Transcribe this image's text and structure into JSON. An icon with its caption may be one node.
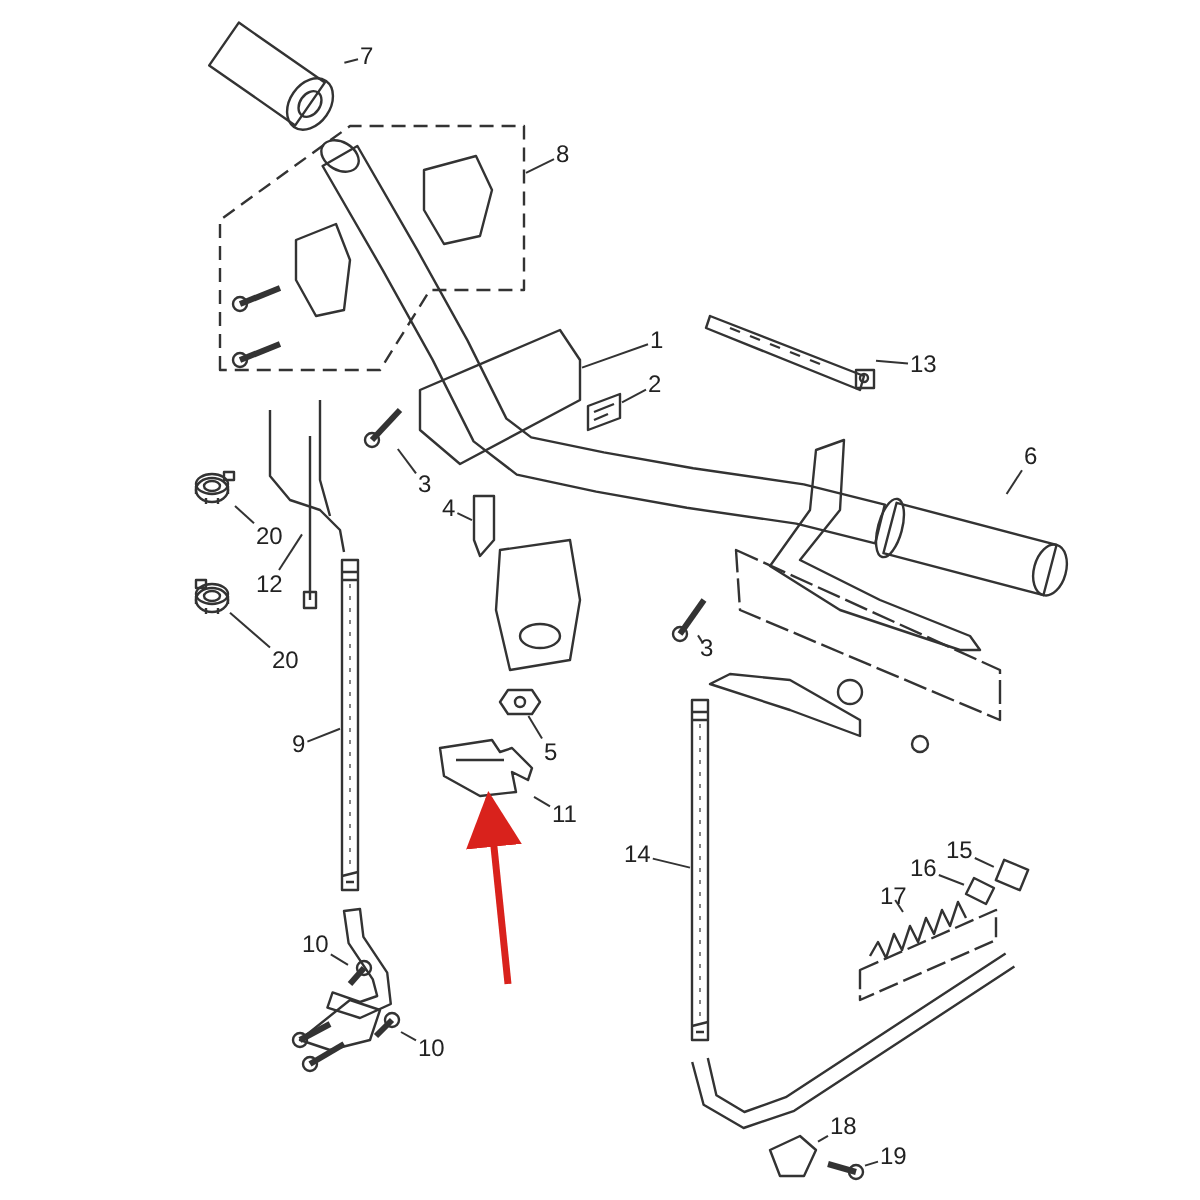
{
  "diagram": {
    "nodes": [
      {
        "text": [
          "7"
        ]
      },
      {
        "text": [
          "8"
        ]
      },
      {
        "text": [
          "1"
        ]
      },
      {
        "text": [
          "13"
        ]
      },
      {
        "text": [
          "2"
        ]
      },
      {
        "text": [
          "3"
        ]
      },
      {
        "text": [
          "6"
        ]
      },
      {
        "text": [
          "4"
        ]
      },
      {
        "text": [
          "20"
        ]
      },
      {
        "text": [
          "12"
        ]
      },
      {
        "text": [
          "3"
        ]
      },
      {
        "text": [
          "20"
        ]
      },
      {
        "text": [
          "5"
        ]
      },
      {
        "text": [
          "9"
        ]
      },
      {
        "text": [
          "11"
        ]
      },
      {
        "text": [],
        "shape": "picture"
      },
      {
        "text": [
          "15"
        ]
      },
      {
        "text": [
          "14"
        ]
      },
      {
        "text": [
          "16"
        ]
      },
      {
        "text": [
          "17"
        ]
      },
      {
        "text": [
          "10"
        ]
      },
      {
        "text": [
          "10"
        ]
      },
      {
        "text": [
          "18"
        ]
      },
      {
        "text": [
          "19"
        ]
      },
      {
        "text": [],
        "shape": "picture"
      },
      {
        "text": [],
        "shape": "picture"
      },
      {
        "text": [],
        "shape": "picture"
      },
      {
        "text": [],
        "shape": "picture"
      },
      {
        "text": [],
        "shape": "picture"
      },
      {
        "text": [],
        "shape": "picture"
      },
      {
        "text": [],
        "shape": "picture"
      },
      {
        "text": [],
        "shape": "picture"
      },
      {
        "text": [],
        "shape": "picture"
      },
      {
        "text": [],
        "shape": "picture"
      },
      {
        "text": [],
        "shape": "picture"
      },
      {
        "text": [],
        "shape": "picture"
      },
      {
        "text": [],
        "shape": "picture"
      },
      {
        "text": [],
        "shape": "picture"
      },
      {
        "text": [],
        "shape": "picture"
      },
      {
        "text": [],
        "shape": "picture"
      },
      {
        "text": [],
        "shape": "picture"
      },
      {
        "text": [],
        "shape": "picture"
      },
      {
        "text": [],
        "shape": "picture"
      },
      {
        "text": [],
        "shape": "picture"
      },
      {
        "text": [],
        "shape": "picture"
      },
      {
        "text": [],
        "shape": "picture"
      }
    ],
    "edges": [
      {
        "from": 0,
        "to": 24,
        "arrow": "none"
      },
      {
        "from": 1,
        "to": 25,
        "arrow": "none"
      },
      {
        "from": 2,
        "to": 26,
        "arrow": "none"
      },
      {
        "from": 3,
        "to": 27,
        "arrow": "none"
      },
      {
        "from": 4,
        "to": 28,
        "arrow": "none"
      },
      {
        "from": 5,
        "to": 29,
        "arrow": "none"
      },
      {
        "from": 6,
        "to": 30,
        "arrow": "none"
      },
      {
        "from": 7,
        "to": 31,
        "arrow": "none"
      },
      {
        "from": 8,
        "to": 32,
        "arrow": "none"
      },
      {
        "from": 9,
        "to": 33,
        "arrow": "none"
      },
      {
        "from": 10,
        "to": 34,
        "arrow": "none"
      },
      {
        "from": 11,
        "to": 35,
        "arrow": "none"
      },
      {
        "from": 12,
        "to": 36,
        "arrow": "none"
      },
      {
        "from": 13,
        "to": 37,
        "arrow": "none"
      },
      {
        "from": 14,
        "to": 15,
        "arrow": "none"
      },
      {
        "from": null,
        "to": 15,
        "arrow": "to",
        "style": "thick",
        "color": "#d9221c"
      },
      {
        "from": 16,
        "to": 38,
        "arrow": "none"
      },
      {
        "from": 17,
        "to": 39,
        "arrow": "none"
      },
      {
        "from": 18,
        "to": 40,
        "arrow": "none"
      },
      {
        "from": 19,
        "to": 41,
        "arrow": "none"
      },
      {
        "from": 20,
        "to": 42,
        "arrow": "none"
      },
      {
        "from": 21,
        "to": 43,
        "arrow": "none"
      },
      {
        "from": 22,
        "to": 44,
        "arrow": "none"
      },
      {
        "from": 23,
        "to": 45,
        "arrow": "none"
      }
    ]
  }
}
